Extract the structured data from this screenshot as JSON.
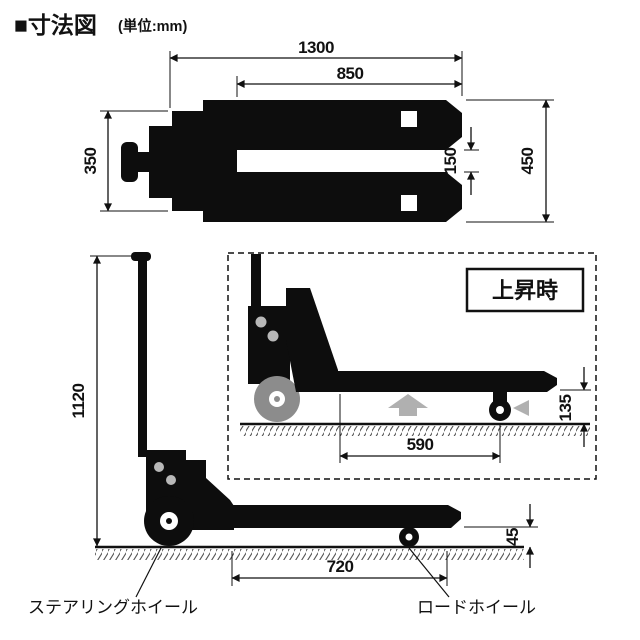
{
  "title": {
    "heading": "■寸法図",
    "unit": "(単位:mm)"
  },
  "top_view": {
    "overall_length": "1300",
    "fork_length": "850",
    "body_width": "350",
    "fork_gap": "150",
    "overall_width": "450"
  },
  "side_view": {
    "handle_height": "1120",
    "wheel_span": "720",
    "lowered_fork_height": "45"
  },
  "raised_inset": {
    "label": "上昇時",
    "support_span": "590",
    "raised_height": "135"
  },
  "callouts": {
    "steering_wheel": "ステアリングホイール",
    "load_wheel": "ロードホイール"
  }
}
